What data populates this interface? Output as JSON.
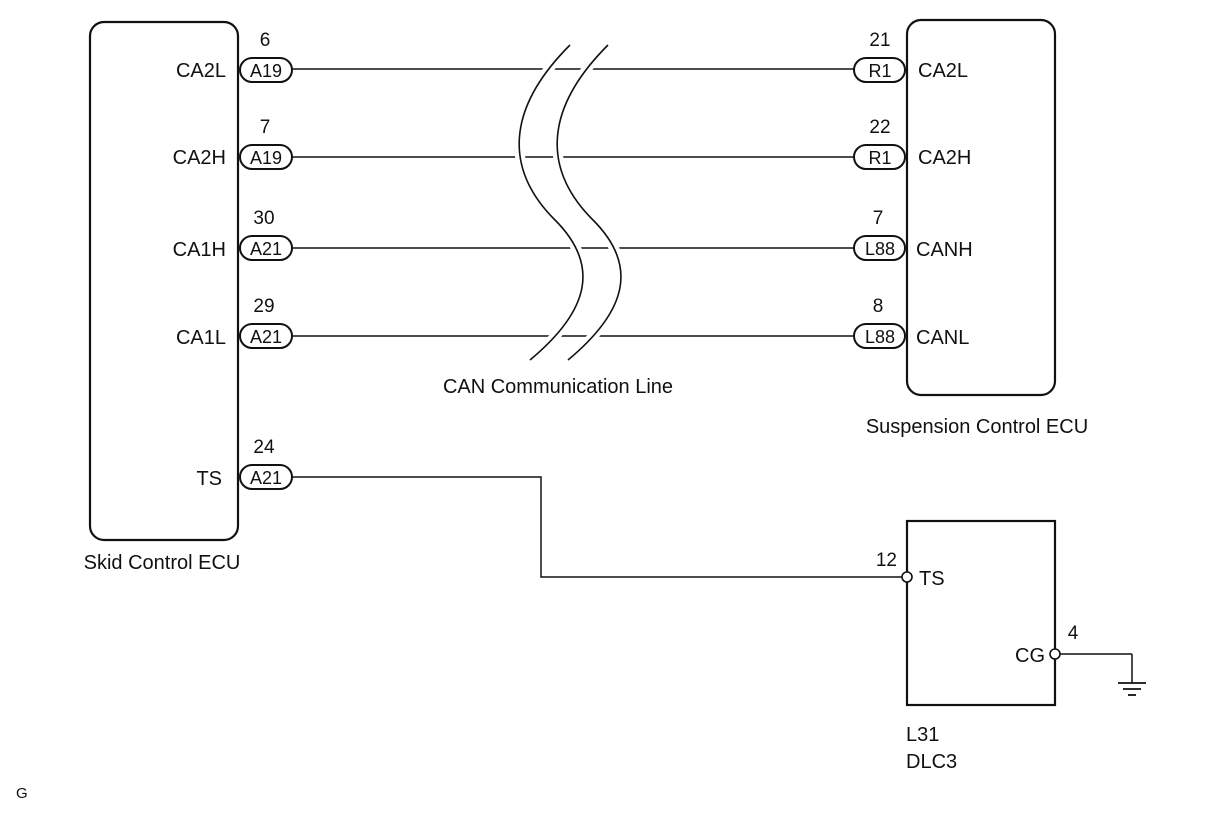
{
  "skid_ecu": {
    "name": "Skid Control ECU",
    "terminals": [
      {
        "label": "CA2L",
        "pin": "6",
        "connector": "A19"
      },
      {
        "label": "CA2H",
        "pin": "7",
        "connector": "A19"
      },
      {
        "label": "CA1H",
        "pin": "30",
        "connector": "A21"
      },
      {
        "label": "CA1L",
        "pin": "29",
        "connector": "A21"
      },
      {
        "label": "TS",
        "pin": "24",
        "connector": "A21"
      }
    ]
  },
  "suspension_ecu": {
    "name": "Suspension Control ECU",
    "terminals": [
      {
        "label": "CA2L",
        "pin": "21",
        "connector": "R1"
      },
      {
        "label": "CA2H",
        "pin": "22",
        "connector": "R1"
      },
      {
        "label": "CANH",
        "pin": "7",
        "connector": "L88"
      },
      {
        "label": "CANL",
        "pin": "8",
        "connector": "L88"
      }
    ]
  },
  "can_line_label": "CAN Communication Line",
  "dlc3": {
    "code": "L31",
    "name": "DLC3",
    "terminals": [
      {
        "label": "TS",
        "pin": "12"
      },
      {
        "label": "CG",
        "pin": "4"
      }
    ]
  },
  "corner_mark": "G"
}
